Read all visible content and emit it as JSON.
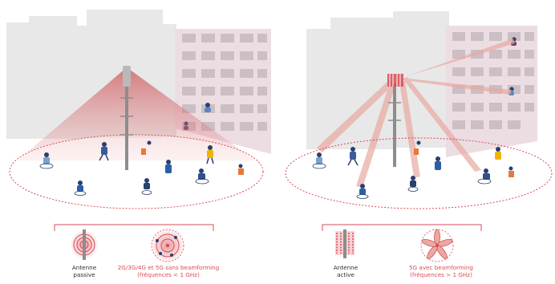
{
  "colors": {
    "accent_red": "#d94b54",
    "beam_pink": "#e7a9a4",
    "building_grey": "#e6e6e6",
    "facade_pink": "#eddfe4",
    "window_grey": "#c9bcc3",
    "mast_grey": "#8d8d8d",
    "caption_text": "#2b2b2b"
  },
  "left_panel": {
    "antenna_caption": {
      "line1": "Antenne",
      "line2": "passive"
    },
    "tech_caption": {
      "line1": "2G/3G/4G et 5G sans beamforming",
      "line2": "(fréquences < 1 GHz)"
    }
  },
  "right_panel": {
    "antenna_caption": {
      "line1": "Antenne",
      "line2": "active"
    },
    "tech_caption": {
      "line1": "5G avec beamforming",
      "line2": "(fréquences > 1 GHz)"
    }
  },
  "icons": {
    "passive_antenna": "concentric-rings-icon",
    "omni_pattern": "omnidirectional-pattern-icon",
    "active_antenna": "antenna-array-icon",
    "beam_pattern": "multi-beam-pattern-icon",
    "people": "person-icon"
  }
}
